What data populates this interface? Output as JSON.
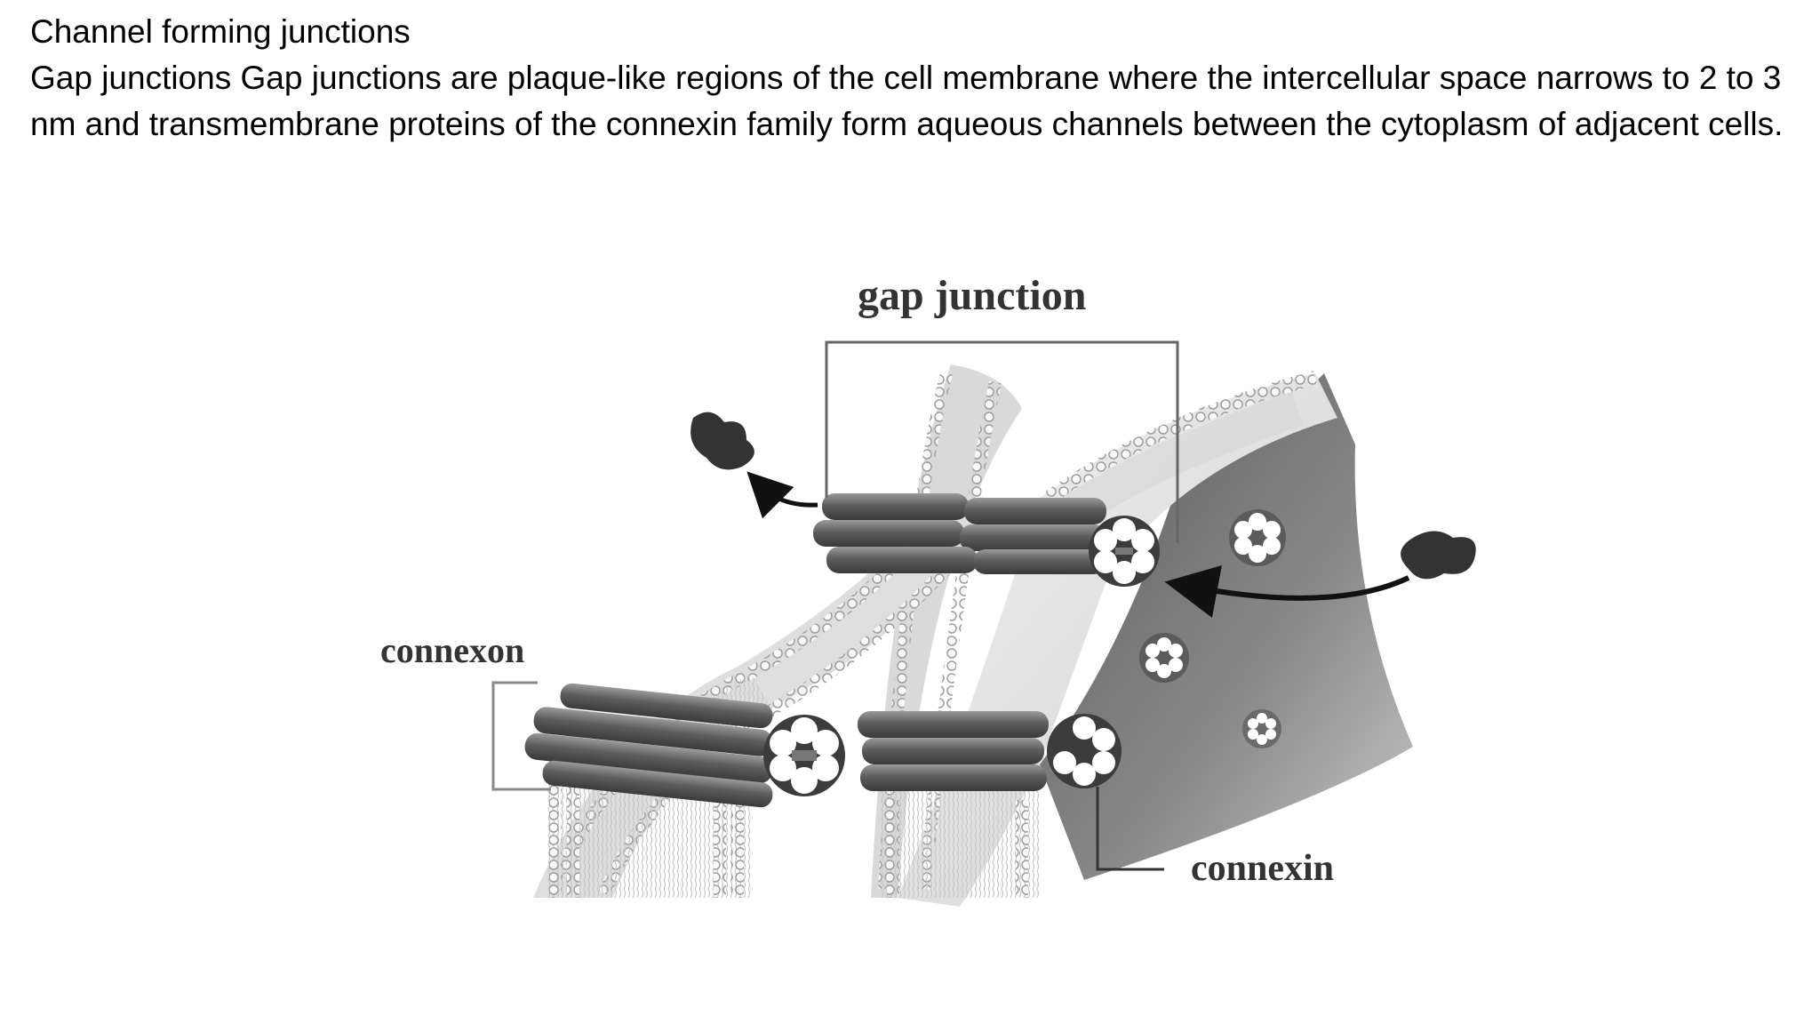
{
  "slide": {
    "heading": "Channel forming junctions",
    "paragraph": "Gap junctions Gap junctions  are plaque-like  regions of the cell membrane  where the intercellular  space narrows to 2 to 3 nm and  transmembrane  proteins  of the  connexin   family form aqueous  channels  between  the cytoplasm  of adjacent  cells."
  },
  "diagram": {
    "labels": {
      "gap_junction": "gap junction",
      "connexon": "connexon",
      "connexin": "connexin"
    },
    "colors": {
      "membrane_light": "#e6e6e6",
      "membrane_mid": "#bdbdbd",
      "cytoplasm_dark": "#4a4a4a",
      "connexon_tube": "#6e6e6e",
      "label": "#333333"
    }
  }
}
